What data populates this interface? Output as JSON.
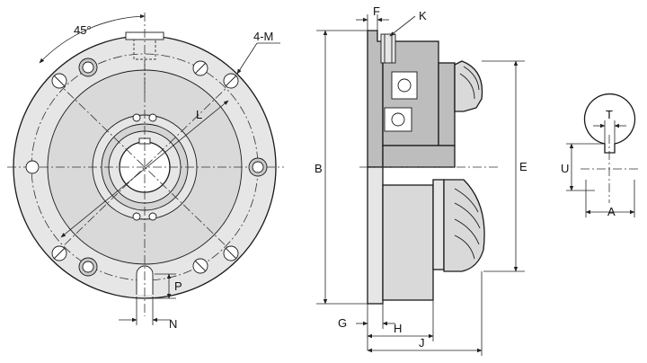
{
  "labels": {
    "angle": "45°",
    "holes": "4-M",
    "L": "L",
    "P": "P",
    "N": "N",
    "F": "F",
    "K": "K",
    "B": "B",
    "E": "E",
    "G": "G",
    "H": "H",
    "J": "J",
    "T": "T",
    "U": "U",
    "A": "A"
  },
  "colors": {
    "line": "#1a1a1a",
    "body_fill": "#d9d9d9",
    "flange_fill": "#e6e6e6",
    "section_fill": "#bdbdbd",
    "white": "#ffffff"
  }
}
